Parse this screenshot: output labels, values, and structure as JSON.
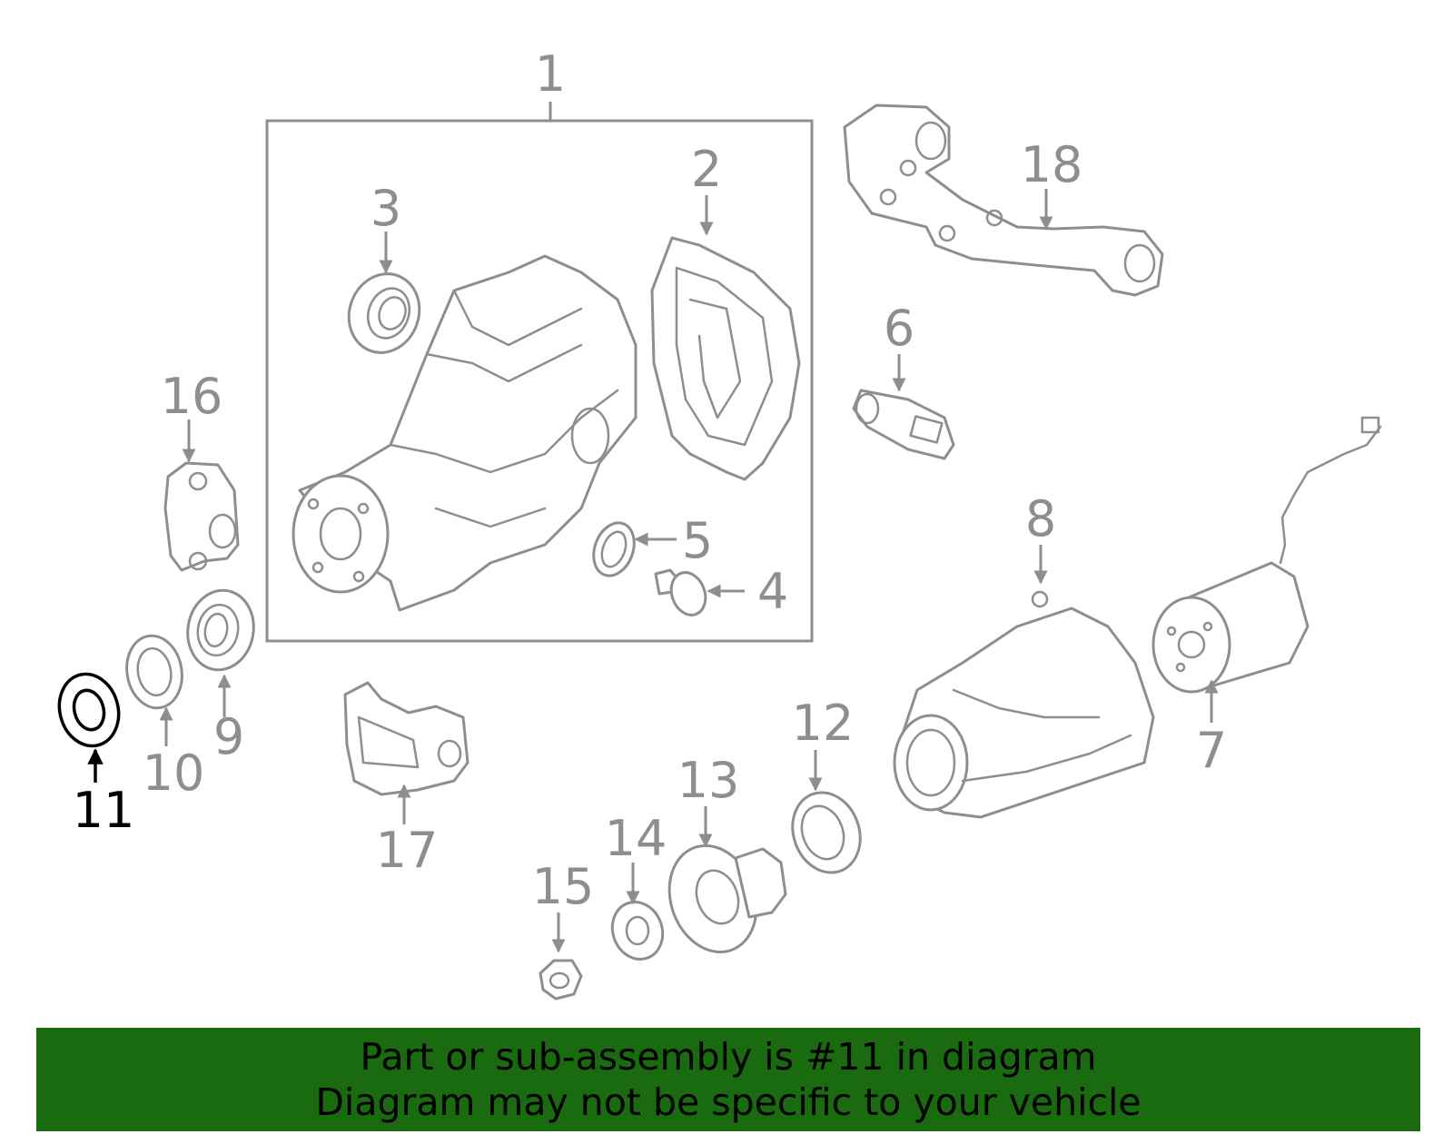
{
  "diagram": {
    "highlighted_part": "11",
    "callouts": [
      "1",
      "2",
      "3",
      "4",
      "5",
      "6",
      "7",
      "8",
      "9",
      "10",
      "11",
      "12",
      "13",
      "14",
      "15",
      "16",
      "17",
      "18"
    ]
  },
  "banner": {
    "line1": "Part or sub-assembly is #11 in diagram",
    "line2": "Diagram may not be specific to your vehicle"
  },
  "colors": {
    "banner_bg": "#1a6b10",
    "part_stroke": "#8e8e8e",
    "highlight": "#000000"
  }
}
